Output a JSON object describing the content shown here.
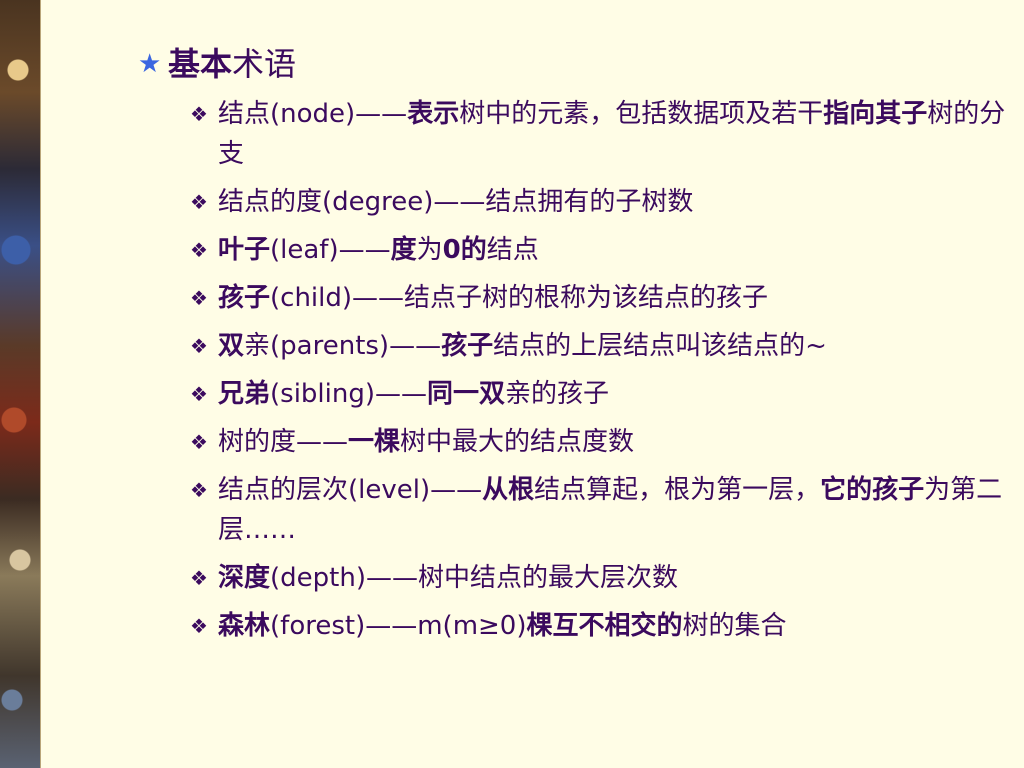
{
  "heading": {
    "star": "★",
    "bold": "基本",
    "rest": "术语"
  },
  "bullet_glyph": "❖",
  "items": [
    {
      "segments": [
        {
          "t": "结点(node)——",
          "b": false
        },
        {
          "t": "表示",
          "b": true
        },
        {
          "t": "树中的元素，包括数据项及若干",
          "b": false
        },
        {
          "t": "指向其子",
          "b": true
        },
        {
          "t": "树的分支",
          "b": false
        }
      ]
    },
    {
      "segments": [
        {
          "t": "结点的度(degree)——结点拥有的子树数",
          "b": false
        }
      ]
    },
    {
      "segments": [
        {
          "t": "叶子",
          "b": true
        },
        {
          "t": "(leaf)——",
          "b": false
        },
        {
          "t": "度",
          "b": true
        },
        {
          "t": "为",
          "b": false
        },
        {
          "t": "0的",
          "b": true
        },
        {
          "t": "结点",
          "b": false
        }
      ]
    },
    {
      "segments": [
        {
          "t": "孩子",
          "b": true
        },
        {
          "t": "(child)——结点子树的根称为该结点的孩子",
          "b": false
        }
      ]
    },
    {
      "segments": [
        {
          "t": "双",
          "b": true
        },
        {
          "t": "亲(parents)——",
          "b": false
        },
        {
          "t": "孩子",
          "b": true
        },
        {
          "t": "结点的上层结点叫该结点的~",
          "b": false
        }
      ]
    },
    {
      "segments": [
        {
          "t": "兄弟",
          "b": true
        },
        {
          "t": "(sibling)——",
          "b": false
        },
        {
          "t": "同一双",
          "b": true
        },
        {
          "t": "亲的孩子",
          "b": false
        }
      ]
    },
    {
      "segments": [
        {
          "t": "树的度——",
          "b": false
        },
        {
          "t": "一棵",
          "b": true
        },
        {
          "t": "树中最大的结点度数",
          "b": false
        }
      ]
    },
    {
      "segments": [
        {
          "t": "结点的层次(level)——",
          "b": false
        },
        {
          "t": "从根",
          "b": true
        },
        {
          "t": "结点算起，根为第一层，",
          "b": false
        },
        {
          "t": "它的孩子",
          "b": true
        },
        {
          "t": "为第二层……",
          "b": false
        }
      ]
    },
    {
      "segments": [
        {
          "t": "深度",
          "b": true
        },
        {
          "t": "(depth)——树中结点的最大层次数",
          "b": false
        }
      ]
    },
    {
      "segments": [
        {
          "t": "森林",
          "b": true
        },
        {
          "t": "(forest)——m(m≥0)",
          "b": false
        },
        {
          "t": "棵互不相交的",
          "b": true
        },
        {
          "t": "树的集合",
          "b": false
        }
      ]
    }
  ]
}
